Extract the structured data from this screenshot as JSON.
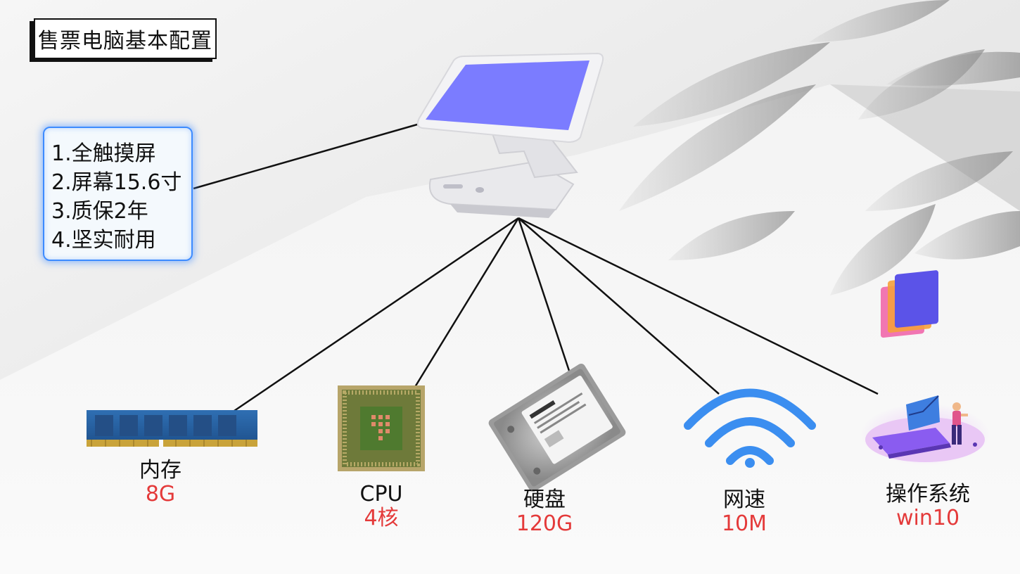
{
  "title": "售票电脑基本配置",
  "specs": [
    "1.全触摸屏",
    "2.屏幕15.6寸",
    "3.质保2年",
    "4.坚实耐用"
  ],
  "components": [
    {
      "name": "内存",
      "value": "8G",
      "icon": "ram-module-icon"
    },
    {
      "name": "CPU",
      "value": "4核",
      "icon": "cpu-chip-icon"
    },
    {
      "name": "硬盘",
      "value": "120G",
      "icon": "hard-disk-icon"
    },
    {
      "name": "网速",
      "value": "10M",
      "icon": "wifi-icon"
    },
    {
      "name": "操作系统",
      "value": "win10",
      "icon": "laptop-illustration-icon"
    }
  ],
  "colors": {
    "value_text": "#e43a3a",
    "spec_border": "#3d8bff",
    "screen": "#7b7cff",
    "wifi": "#3b8ef0"
  }
}
